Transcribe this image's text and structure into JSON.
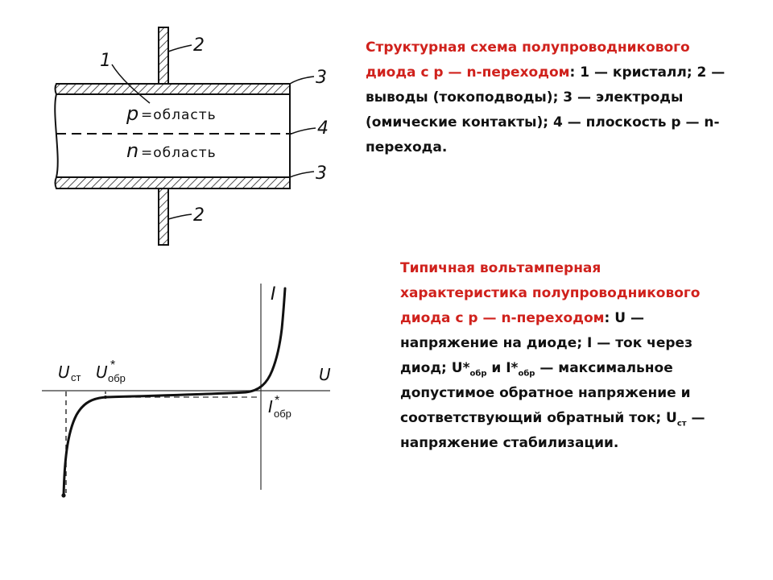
{
  "diode_structure": {
    "labels": {
      "crystal": "1",
      "lead_top": "2",
      "lead_bottom": "2",
      "electrode_top": "3",
      "electrode_bottom": "3",
      "junction_plane": "4"
    },
    "regions": {
      "p_letter": "p",
      "p_text": "=область",
      "n_letter": "n",
      "n_text": "=область"
    }
  },
  "iv_chart": {
    "y_axis_label": "I",
    "x_axis_label": "U",
    "u_st_main": "U",
    "u_st_sub": "ст",
    "u_obr_main": "U",
    "u_obr_sup": "*",
    "u_obr_sub": "обр",
    "i_obr_main": "I",
    "i_obr_sup": "*",
    "i_obr_sub": "обр"
  },
  "captions": {
    "first": {
      "red": "Структурная схема полупроводникового диода с p — n-переходом",
      "black": ": 1 — кристалл; 2 — выводы (токоподводы); 3 — электроды (омические контакты); 4 — плоскость p — n-перехода."
    },
    "second": {
      "red": "Типичная вольтамперная характеристика полупроводникового диода с p — n-переходом",
      "part1": ": U — напряжение на диоде; I — ток через диод; U*",
      "sub1": "обр",
      "part2": " и I*",
      "sub2": "обр",
      "part3": " — максимальное допустимое обратное напряжение и соответствующий обратный ток; U",
      "sub3": "ст",
      "part4": " — напряжение стабилизации."
    }
  }
}
